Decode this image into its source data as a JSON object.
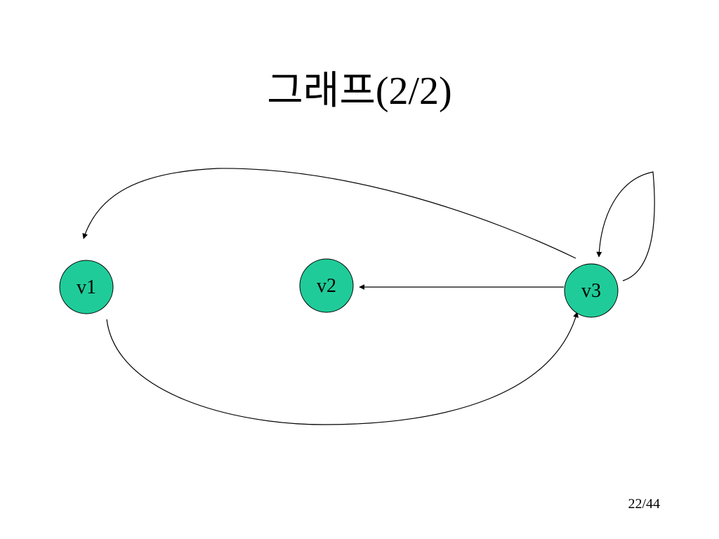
{
  "slide": {
    "title": "그래프(2/2)",
    "page_number": "22/44"
  },
  "graph": {
    "node_color": "#1fcc99",
    "nodes": [
      {
        "id": "v1",
        "label": "v1"
      },
      {
        "id": "v2",
        "label": "v2"
      },
      {
        "id": "v3",
        "label": "v3"
      }
    ],
    "edges": [
      {
        "from": "v3",
        "to": "v1"
      },
      {
        "from": "v3",
        "to": "v2"
      },
      {
        "from": "v1",
        "to": "v3"
      },
      {
        "from": "v3",
        "to": "v3"
      }
    ]
  }
}
